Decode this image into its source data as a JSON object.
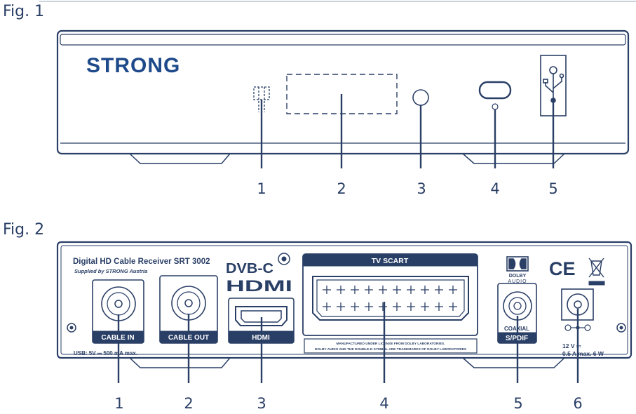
{
  "fig1": {
    "label": "Fig. 1",
    "brand": "STRONG",
    "callouts": [
      "1",
      "2",
      "3",
      "4",
      "5"
    ]
  },
  "fig2": {
    "label": "Fig. 2",
    "model_title": "Digital HD Cable Receiver SRT 3002",
    "supplier": "Supplied by STRONG Austria",
    "usb_text": "USB: 5V ⎓ 500 mA max.",
    "dvbc_logo": "DVB-C",
    "hdmi_logo": "HDMI",
    "ports": {
      "cable_in": "CABLE IN",
      "cable_out": "CABLE OUT",
      "hdmi": "HDMI",
      "scart": "TV SCART",
      "coaxial": "COAXIAL",
      "spdif": "S/PDIF"
    },
    "dolby_logo": "DOLBY",
    "dolby_sub": "AUDIO",
    "ce_mark": "CE",
    "license_line1": "MANUFACTURED UNDER LICENSE FROM DOLBY LABORATORIES.",
    "license_line2": "DOLBY AUDIO AND THE DOUBLE-D SYMBOL ARE TRADEMARKS OF DOLBY LABORATORIES",
    "power_line1": "12 V ⎓",
    "power_line2": "0.5 A max. 6 W",
    "callouts": [
      "1",
      "2",
      "3",
      "4",
      "5",
      "6"
    ]
  },
  "colors": {
    "ink": "#2a3f66",
    "brand": "#1e4a8a",
    "panel": "#ffffff"
  }
}
